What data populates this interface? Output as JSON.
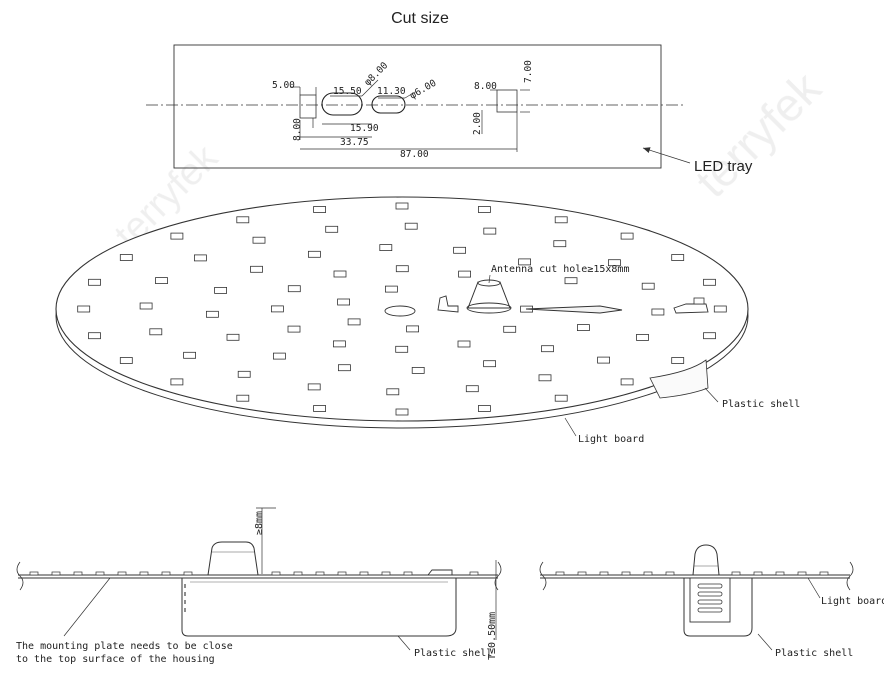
{
  "title": "Cut size",
  "watermark": "terryfek",
  "cut_size_panel": {
    "dimensions": {
      "d_5_00": "5.00",
      "d_15_50": "15.50",
      "d_phi_8_00": "φ8.00",
      "d_11_30": "11.30",
      "d_phi_6_00": "φ6.00",
      "d_8_00_left": "8.00",
      "d_15_90": "15.90",
      "d_33_75": "33.75",
      "d_87_00": "87.00",
      "d_8_00_right": "8.00",
      "d_7_00": "7.00",
      "d_2_00": "2.00"
    },
    "callout": "LED tray"
  },
  "light_board": {
    "antenna_note": "Antenna cut hole≥15x8mm",
    "plastic_shell": "Plastic shell",
    "light_board": "Light board"
  },
  "side_view_left": {
    "height_note": "≥8mm",
    "tolerance_note": "T≤0.50mm",
    "plastic_shell": "Plastic shell",
    "note_line_1": "The mounting plate needs to be close",
    "note_line_2": "to the top surface of the housing"
  },
  "side_view_right": {
    "light_board": "Light board",
    "plastic_shell": "Plastic shell"
  }
}
